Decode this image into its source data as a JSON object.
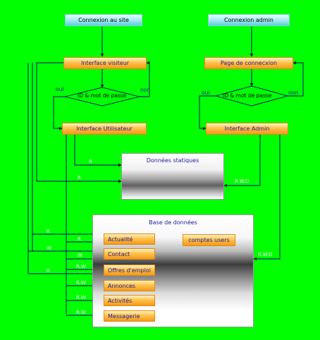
{
  "nodes": {
    "connexion_site": "Connexion au site",
    "connexion_admin": "Connexion admin",
    "interface_visiteur": "Interface visiteur",
    "page_connexion": "Page de connecxion",
    "id_left": "ID & mot de passe",
    "id_right": "ID & mot de passe",
    "interface_utilisateur": "Interface Utilisateur",
    "interface_admin": "Interface Admin",
    "donnees_statiques": "Données statiques",
    "base_donnees": "Base de données",
    "comptes_users": "comptes users"
  },
  "db_items": [
    "Actualité",
    "Contact",
    "Offres d'emploi",
    "Annonces",
    "Activités",
    "Messagerie"
  ],
  "edges": {
    "oui_left": "oui",
    "non_left": "non",
    "oui_right": "oui",
    "non_right": "non",
    "r_static_1": "R",
    "r_static_2": "R",
    "rwd_static": "R.W.D",
    "rwd_db": "R.W.D",
    "item_access": [
      "R",
      "R",
      "W",
      "W",
      "R",
      "R.W",
      "R.W",
      "R.W",
      "R.W"
    ]
  },
  "colors": {
    "background": "#00ff00",
    "line": "#000080",
    "arrow": "#000000"
  }
}
